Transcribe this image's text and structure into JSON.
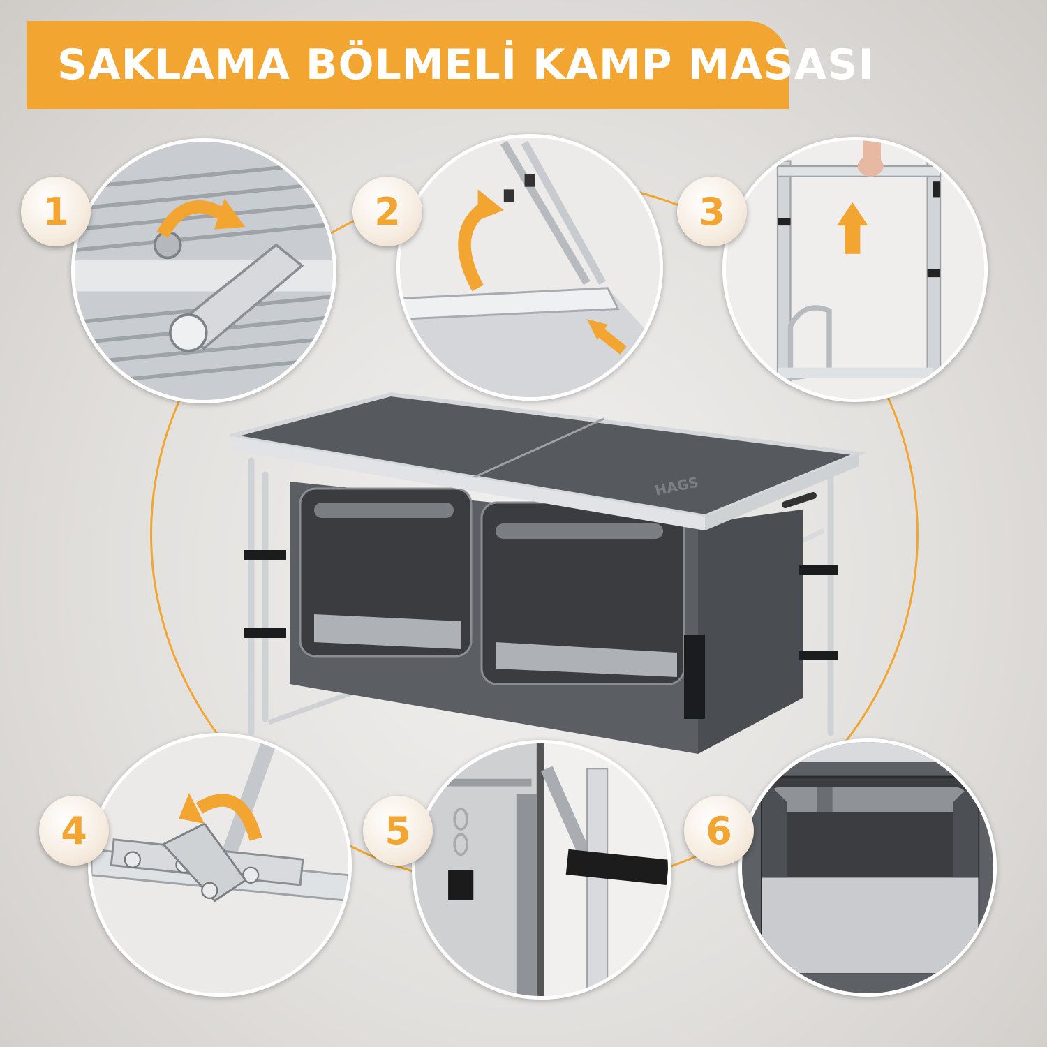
{
  "title": "SAKLAMA BÖLMELİ KAMP MASASI",
  "accent_color": "#f2a531",
  "brand_text": "HAGS",
  "steps": [
    {
      "number": "1",
      "icon": "latch-icon"
    },
    {
      "number": "2",
      "icon": "folding-leg-icon"
    },
    {
      "number": "3",
      "icon": "lift-frame-icon"
    },
    {
      "number": "4",
      "icon": "hinge-lock-icon"
    },
    {
      "number": "5",
      "icon": "strap-hook-icon"
    },
    {
      "number": "6",
      "icon": "storage-compartment-icon"
    }
  ]
}
